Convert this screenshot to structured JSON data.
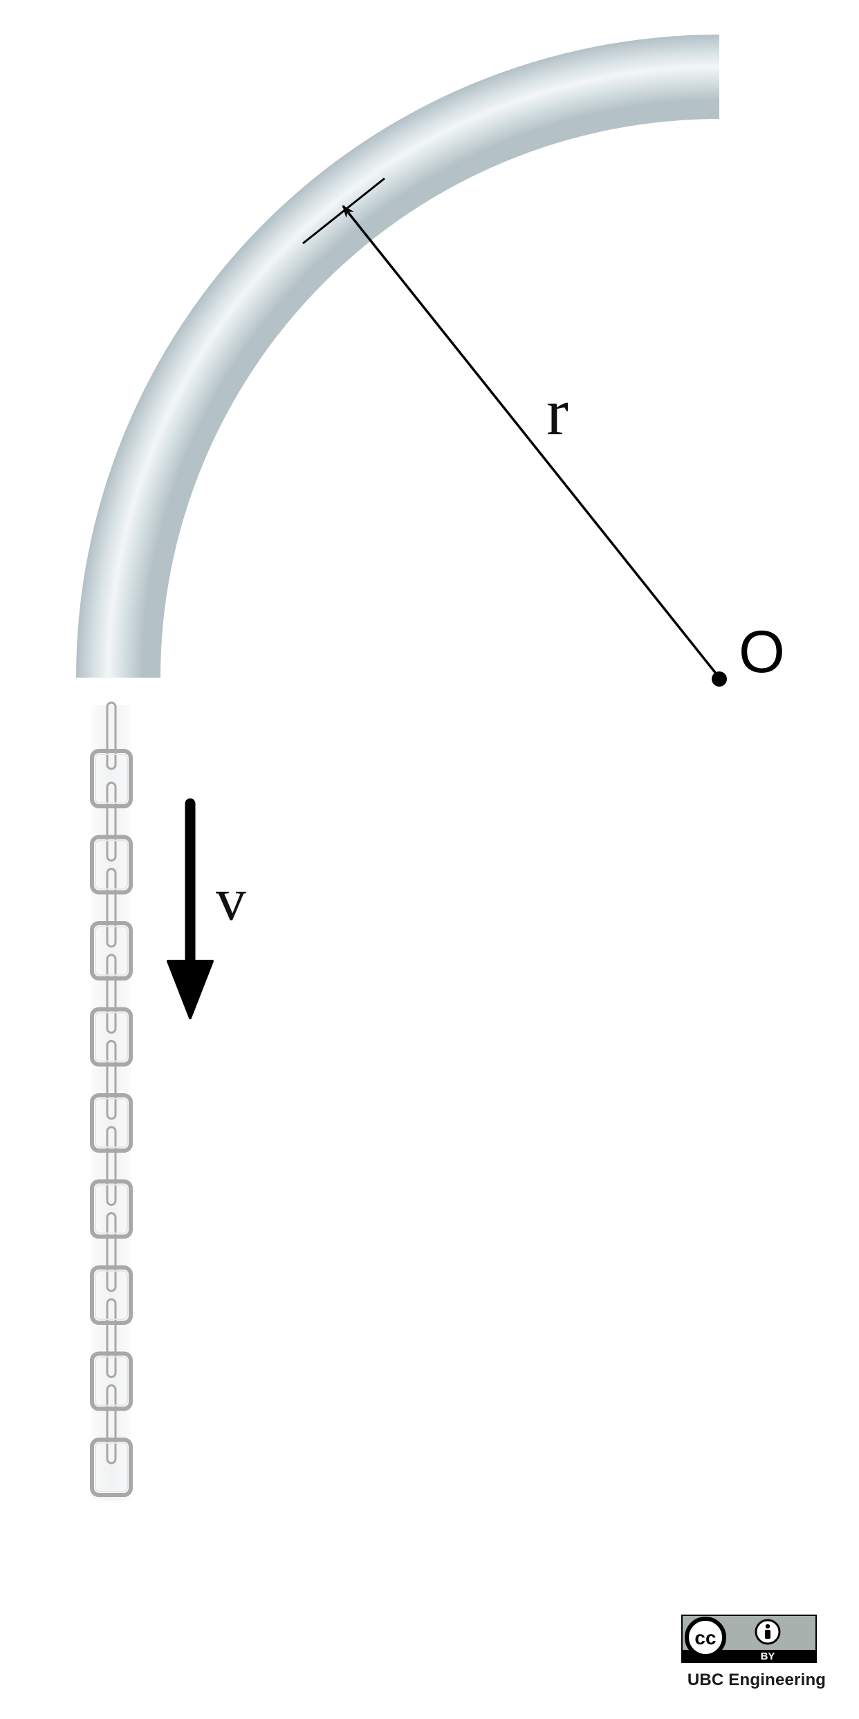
{
  "labels": {
    "radius": "r",
    "center": "O",
    "velocity": "v"
  },
  "license": {
    "cc_mark": "cc",
    "by_mark": "BY",
    "credit": "UBC Engineering"
  },
  "diagram": {
    "chain_link_count": 9
  },
  "colors": {
    "tube_edge": "#b4c2c7",
    "tube_mid": "#d4dee1",
    "tube_highlight": "#f2f6f7",
    "chain_link": "#a8a8a8",
    "chain_glow": "#eef0f1",
    "ink": "#000000"
  }
}
